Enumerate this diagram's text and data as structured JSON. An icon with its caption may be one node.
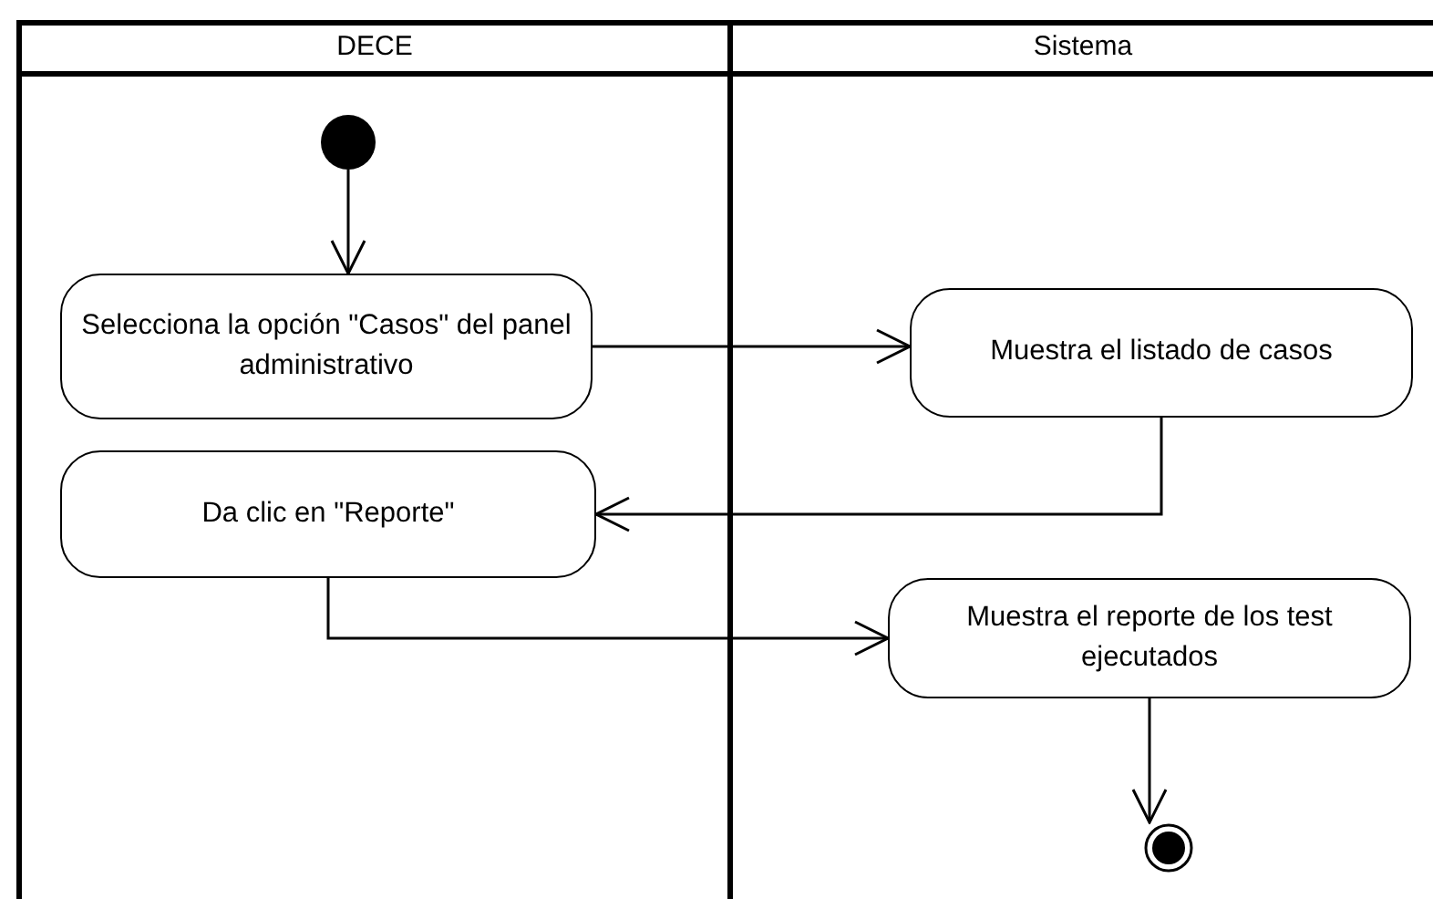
{
  "diagram": {
    "nodes": [
      {
        "text": [
          "DECE"
        ]
      },
      {
        "text": [
          "Sistema"
        ]
      },
      {
        "text": [],
        "shape": "circle",
        "in": 0
      },
      {
        "text": [
          "Selecciona la opción \"Casos\" del panel administrativo"
        ],
        "in": 0
      },
      {
        "text": [
          "Muestra el listado de casos"
        ],
        "in": 1
      },
      {
        "text": [
          "Da clic en \"Reporte\""
        ],
        "in": 0
      },
      {
        "text": [
          "Muestra el reporte de los test ejecutados"
        ],
        "in": 1
      },
      {
        "text": [],
        "shape": "bullseye",
        "in": 1
      }
    ],
    "edges": [
      {
        "from": 2,
        "to": 3,
        "arrow": "to"
      },
      {
        "from": 3,
        "to": 4,
        "arrow": "to"
      },
      {
        "from": 4,
        "to": 5,
        "arrow": "to"
      },
      {
        "from": 5,
        "to": 6,
        "arrow": "to"
      },
      {
        "from": 6,
        "to": 7,
        "arrow": "to"
      }
    ]
  }
}
